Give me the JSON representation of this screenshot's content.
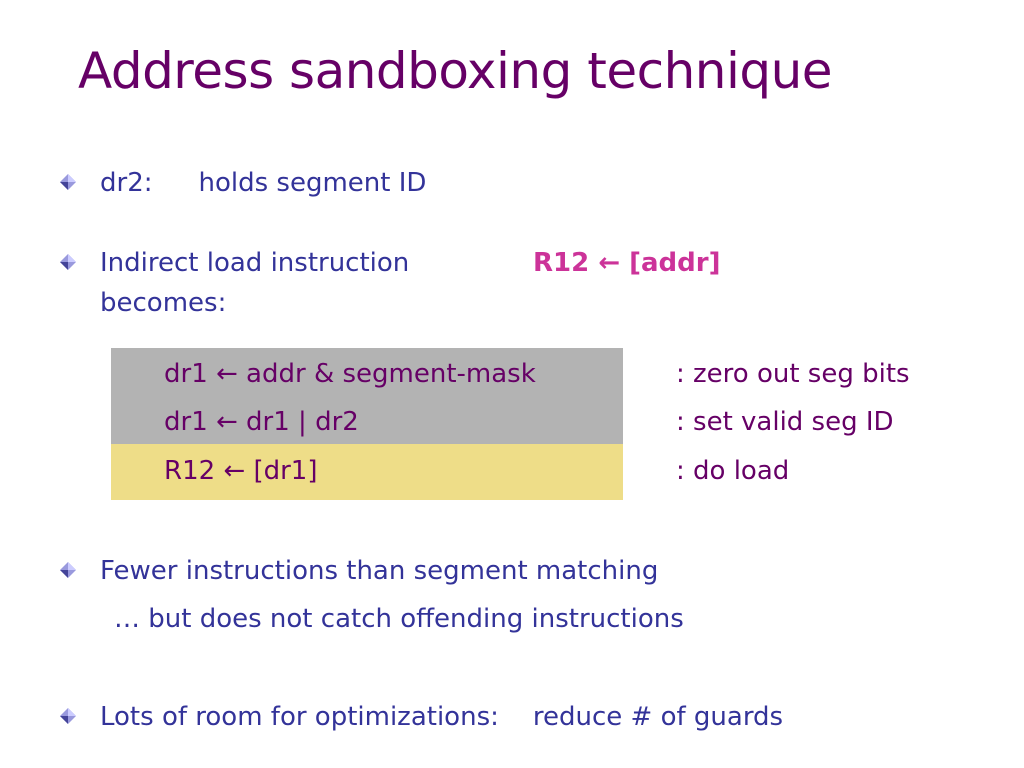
{
  "title": "Address sandboxing technique",
  "bullets": {
    "b1": {
      "label": "dr2:",
      "text": "holds segment ID"
    },
    "b2": {
      "line1": "Indirect load instruction",
      "highlight": "R12 ← [addr]",
      "line2": "becomes:"
    },
    "b3": {
      "line1": "Fewer instructions than segment matching",
      "sub": "… but does not catch offending instructions"
    },
    "b4": {
      "label": "Lots of room for optimizations:",
      "text": "reduce # of guards"
    }
  },
  "code": [
    {
      "instr": "dr1 ← addr  &  segment-mask",
      "comment": ": zero out seg bits",
      "bg": "#b3b3b3"
    },
    {
      "instr": "dr1 ← dr1  |  dr2",
      "comment": ": set valid seg ID",
      "bg": "#b3b3b3"
    },
    {
      "instr": "R12 ← [dr1]",
      "comment": ": do load",
      "bg": "#eedd88"
    }
  ],
  "colors": {
    "title": "#660066",
    "bullet_text": "#333399",
    "highlight": "#cc3399",
    "bullet_icon": "#6666cc"
  },
  "icons": {
    "bullet": "diamond-bullet-icon"
  }
}
